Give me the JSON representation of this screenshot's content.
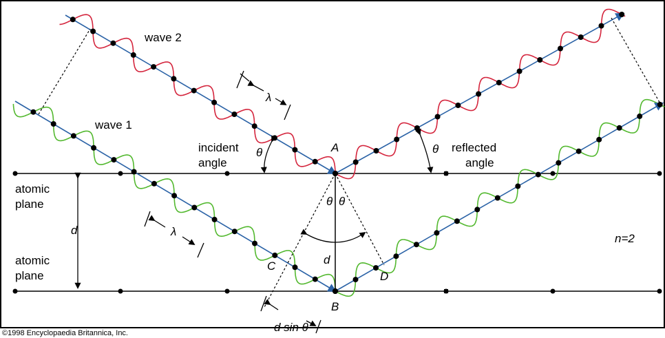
{
  "labels": {
    "wave1": "wave 1",
    "wave2": "wave 2",
    "incident1": "incident",
    "incident2": "angle",
    "reflected1": "reflected",
    "reflected2": "angle",
    "atomic_plane_top_1": "atomic",
    "atomic_plane_top_2": "plane",
    "atomic_plane_bottom_1": "atomic",
    "atomic_plane_bottom_2": "plane",
    "d_left": "d",
    "d_center": "d",
    "dsin": "d sin θ",
    "n": "n=2",
    "point_A": "A",
    "point_B": "B",
    "point_C": "C",
    "point_D": "D",
    "lambda_top": "λ",
    "lambda_bottom": "λ",
    "theta_incident": "θ",
    "theta_reflected": "θ",
    "theta_left_center": "θ",
    "theta_right_center": "θ",
    "copyright": "©1998 Encyclopaedia Britannica, Inc."
  },
  "colors": {
    "beam": "#2a62a6",
    "wave1": "#52b82e",
    "wave2": "#d4243c",
    "ink": "#000000",
    "background": "#ffffff"
  },
  "icons": [
    "arrow-head-icon"
  ]
}
